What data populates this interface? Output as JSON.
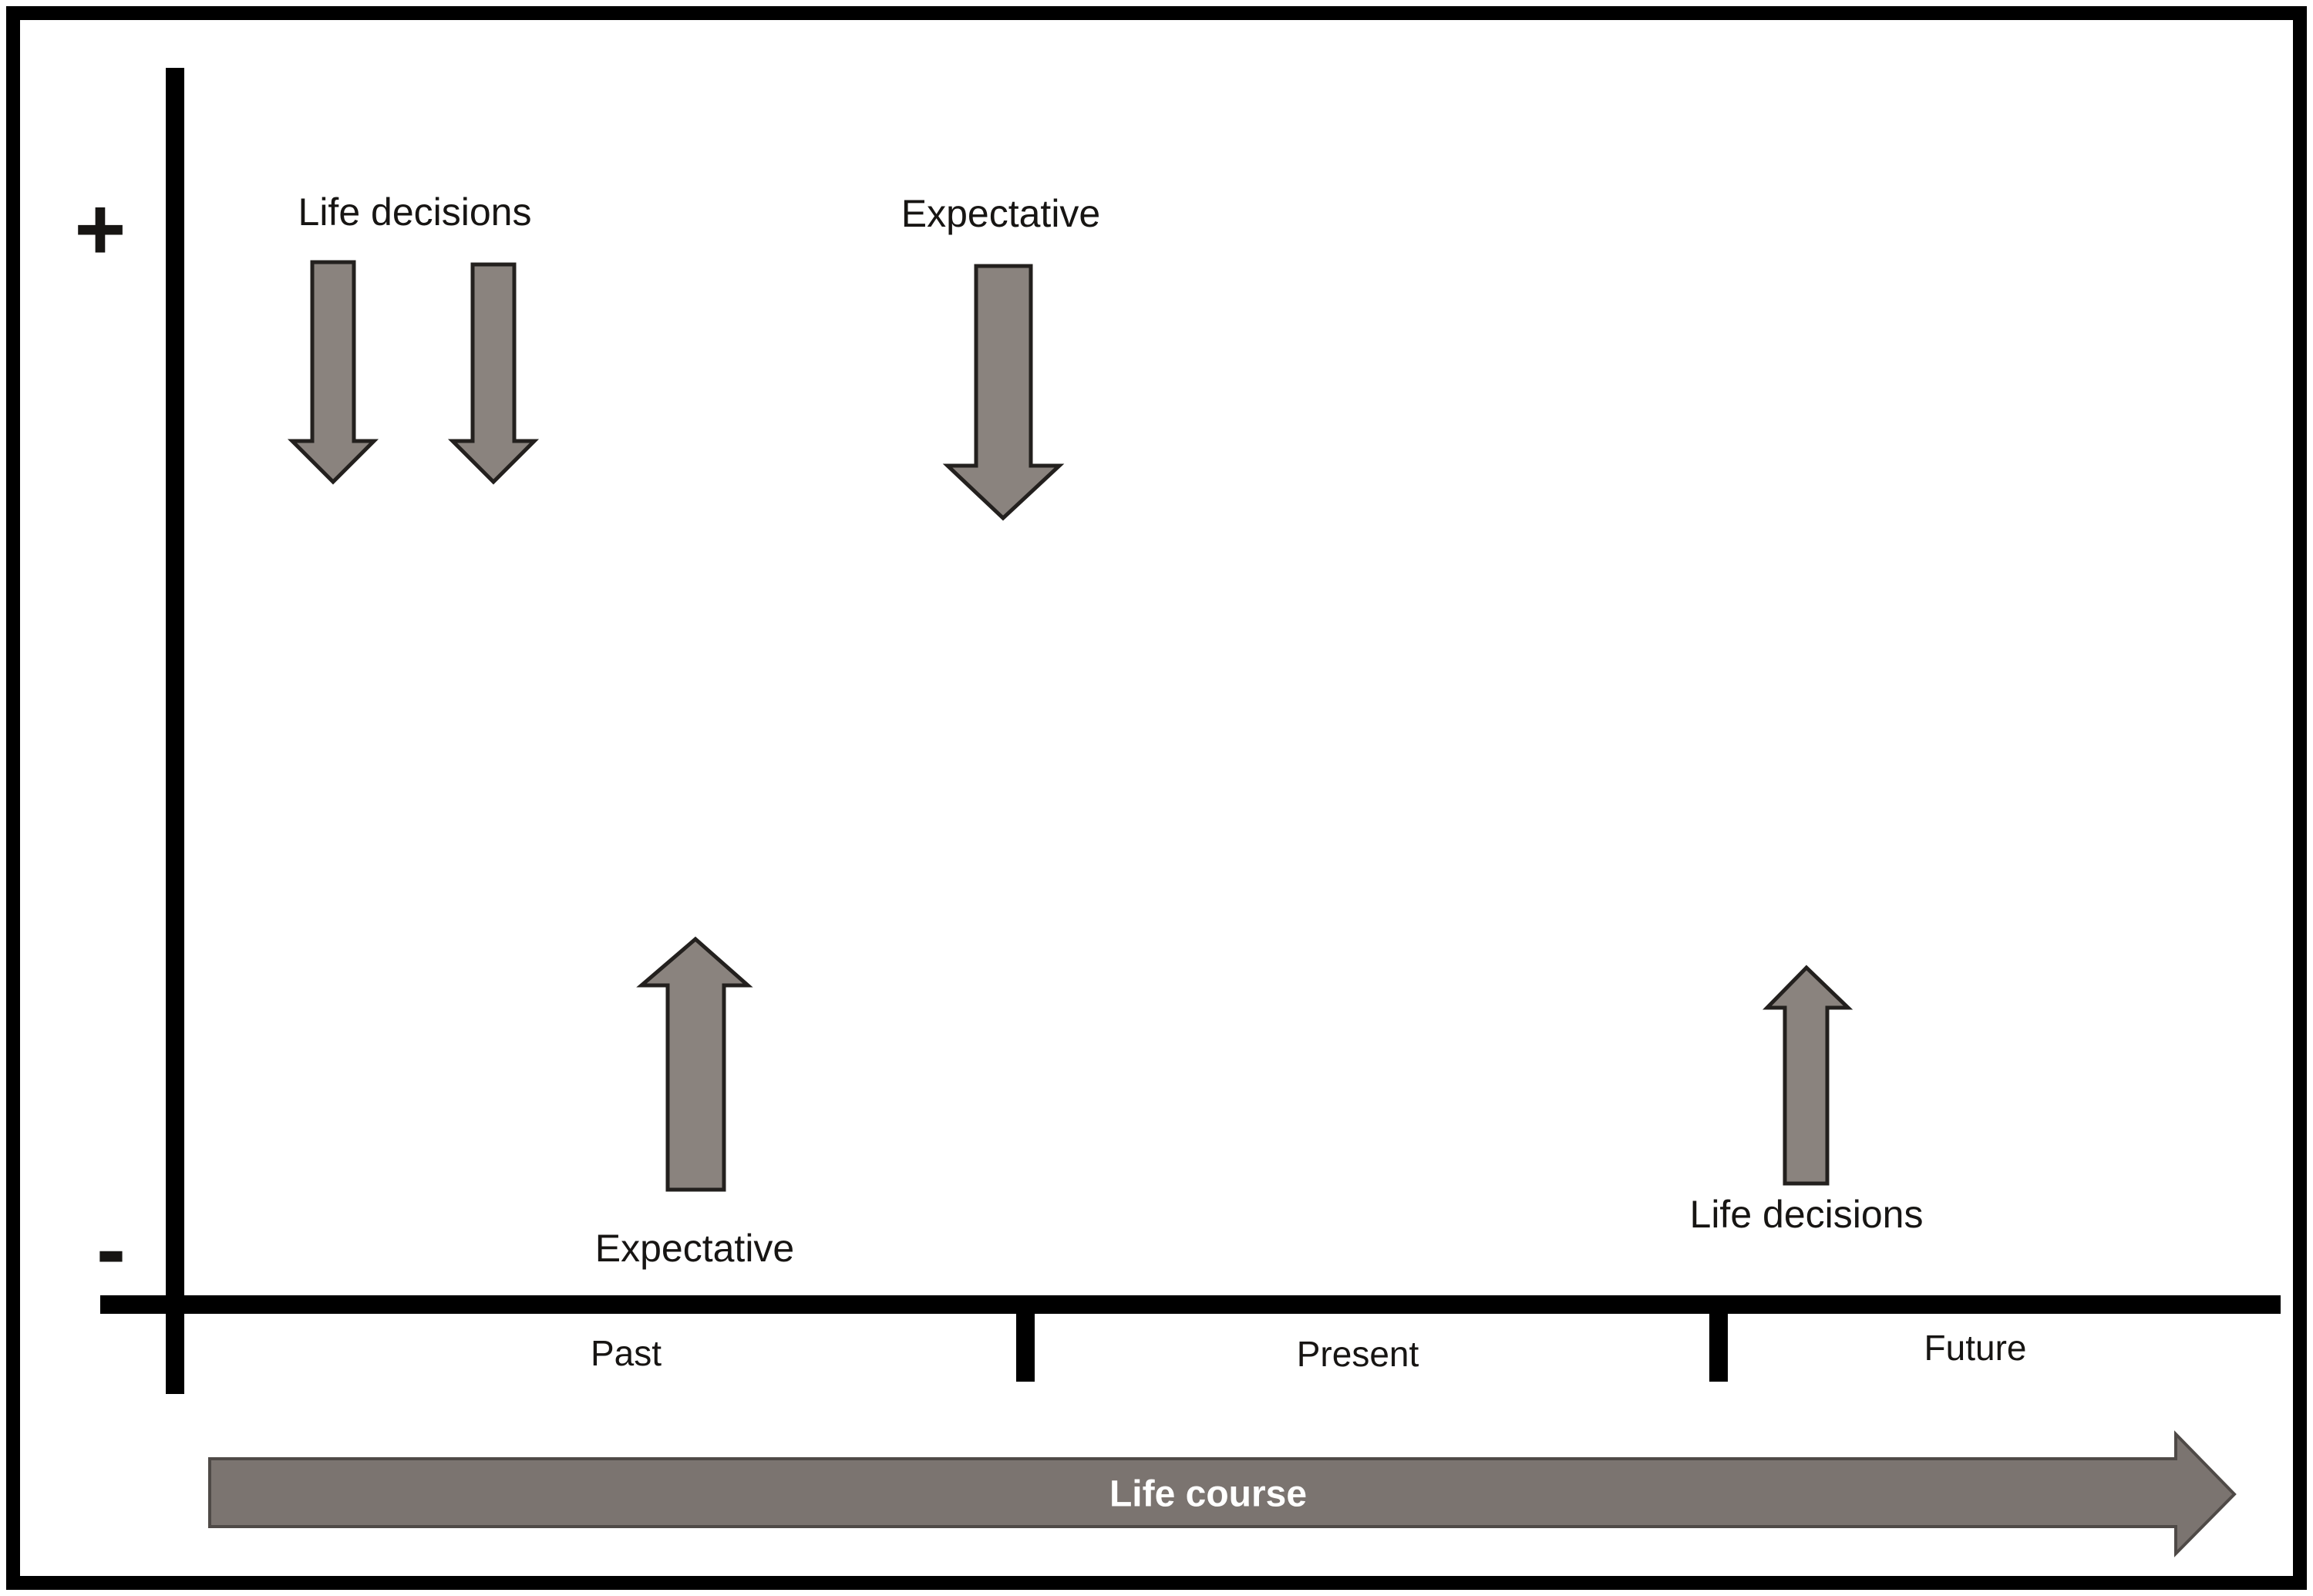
{
  "colors": {
    "background": "#ffffff",
    "axis": "#000000",
    "arrow_fill": "#8a837e",
    "arrow_stroke": "#23201e",
    "life_course_fill": "#7b7470",
    "life_course_stroke": "#4f4a47",
    "text": "#171513",
    "life_course_text": "#ffffff"
  },
  "axes": {
    "plus_sign": "+",
    "minus_sign": "-"
  },
  "labels": {
    "top_left": "Life decisions",
    "top_middle": "Expectative",
    "bottom_left": "Expectative",
    "bottom_right": "Life decisions"
  },
  "timeline": {
    "past": "Past",
    "present": "Present",
    "future": "Future"
  },
  "life_course": {
    "label": "Life course"
  }
}
